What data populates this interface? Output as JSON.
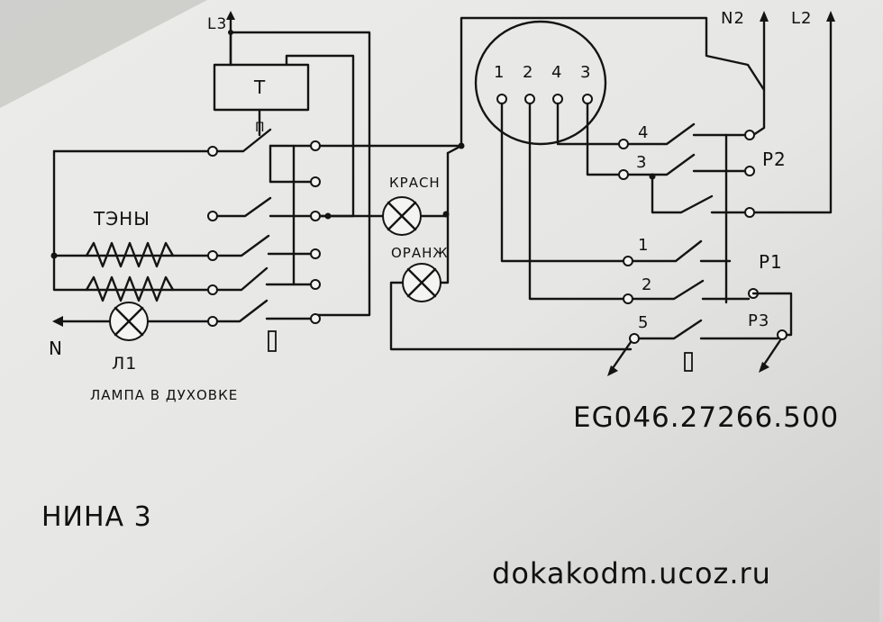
{
  "labels": {
    "l3": "L3",
    "n2": "N2",
    "l2": "L2",
    "thermostat": "T",
    "thermostat_mark": "П",
    "heaters": "ТЭНЫ",
    "red_lamp": "КРАСН",
    "orange_lamp": "ОРАНЖ",
    "neutral": "N",
    "lamp_ref": "Л1",
    "lamp_caption": "ЛАМПА В ДУХОВКЕ",
    "switch_mark_left": "П",
    "switch_mark_right": "П",
    "sw_right_1": "1",
    "sw_right_2": "2",
    "sw_right_3": "3",
    "sw_right_4": "4",
    "sw_right_5": "5",
    "p1": "P1",
    "p2": "P2",
    "p3": "P3",
    "part_number": "EG046.27266.500",
    "model": "НИНА 3",
    "website": "dokakodm.ucoz.ru"
  },
  "connector_pins": [
    "1",
    "2",
    "4",
    "3"
  ]
}
